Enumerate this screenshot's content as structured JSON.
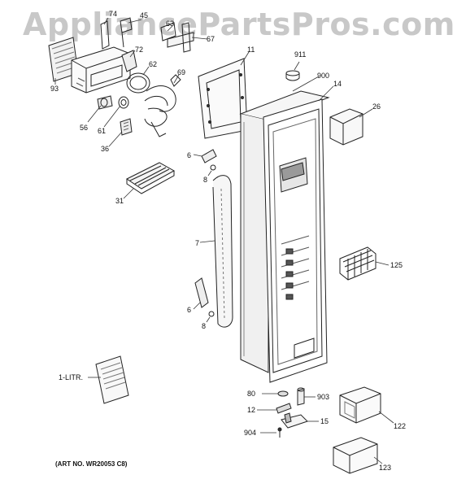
{
  "watermark": "AppliancePartsPros.com",
  "art_number": "(ART NO. WR20053 C8)",
  "callouts": {
    "c74": "74",
    "c45": "45",
    "c63": "63",
    "c67": "67",
    "c72": "72",
    "c62": "62",
    "c69": "69",
    "c93": "93",
    "c56": "56",
    "c61": "61",
    "c36": "36",
    "c11": "11",
    "c911": "911",
    "c900": "900",
    "c14": "14",
    "c26": "26",
    "c6a": "6",
    "c8a": "8",
    "c31": "31",
    "c7": "7",
    "c125": "125",
    "c6b": "6",
    "c8b": "8",
    "c1": "1-LITR.",
    "c80": "80",
    "c903": "903",
    "c12": "12",
    "c15": "15",
    "c904": "904",
    "c122": "122",
    "c123": "123"
  }
}
